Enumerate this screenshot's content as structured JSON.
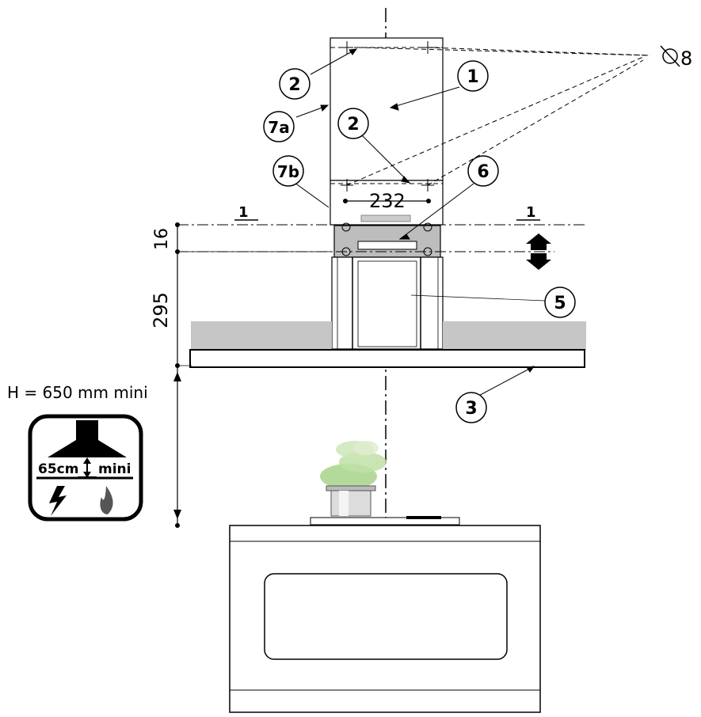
{
  "callouts": {
    "c1": "1",
    "c2a": "2",
    "c2b": "2",
    "c3": "3",
    "c5": "5",
    "c6": "6",
    "c7a": "7a",
    "c7b": "7b"
  },
  "screw_label": "8",
  "dimensions": {
    "width": "232",
    "top_offset": "16",
    "height": "295"
  },
  "section_marks": {
    "left": "1",
    "right": "1"
  },
  "height_note": "H = 650 mm mini",
  "pictogram": {
    "distance": "65cm",
    "min_label": "mini"
  }
}
